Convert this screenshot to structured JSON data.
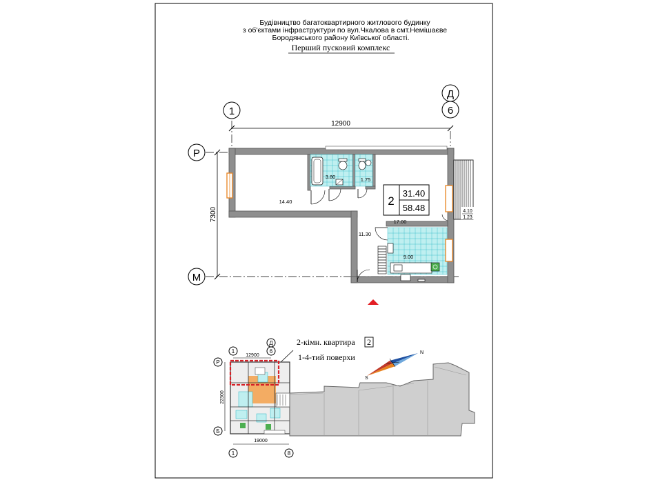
{
  "header": {
    "line1": "Будівництво багатоквартирного житлового будинку",
    "line2": "з об'єктами інфраструктури по вул.Чкалова в смт.Немішаєве",
    "line3": "Бородянського району  Київської області.",
    "subtitle": "Перший пусковий комплекс"
  },
  "plan": {
    "axes": {
      "left": "1",
      "right_top": "Д",
      "right_bottom": "6",
      "top_row": "Р",
      "bottom_row": "М"
    },
    "dim_width": "12900",
    "dim_height": "7300",
    "apartment_number": "2",
    "living_area": "31.40",
    "total_area": "58.48",
    "rooms": {
      "bedroom": "14.40",
      "bath": "3.80",
      "wc": "1.75",
      "living": "17.00",
      "corridor": "11.30",
      "kitchen": "9.00",
      "balcony_a": "4.10",
      "balcony_b": "1.23"
    }
  },
  "key_plan": {
    "title": "2-кімн. квартира",
    "apt_number": "2",
    "floors": "1-4-тий поверхи",
    "dim_top": "12900",
    "dim_left": "22300",
    "dim_bottom": "19000",
    "axes": {
      "top_left": "1",
      "top_d": "Д",
      "top_6": "6",
      "row_r": "Р",
      "row_b": "Б",
      "bottom_left": "1",
      "bottom_right": "8"
    }
  },
  "colors": {
    "tile": "#bfeff0",
    "wall": "#8f8f8f",
    "window": "#e8821e",
    "marker": "#e31e24",
    "highlight": "#d62027"
  }
}
